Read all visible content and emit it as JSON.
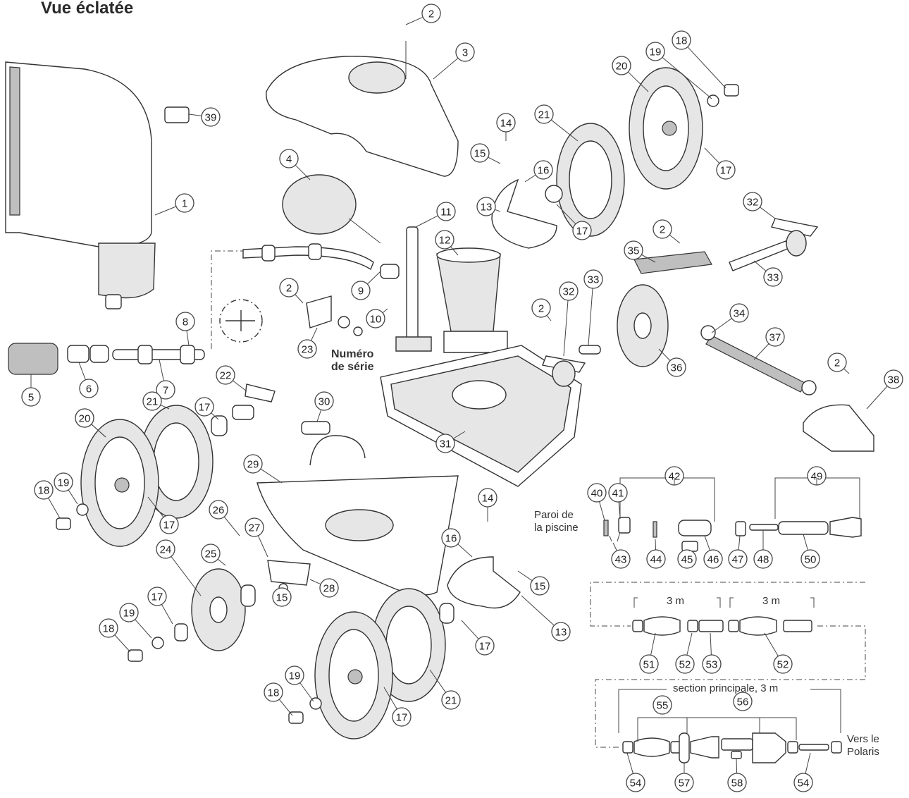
{
  "title": "Vue éclatée",
  "labels": {
    "serial": "Numéro\nde série",
    "pool_wall": "Paroi de\nla piscine",
    "length_1": "3 m",
    "length_2": "3 m",
    "main_section": "section principale, 3 m",
    "to_polaris": "Vers le\nPolaris"
  },
  "callouts": [
    "1",
    "2",
    "3",
    "4",
    "5",
    "6",
    "7",
    "8",
    "9",
    "10",
    "11",
    "12",
    "13",
    "14",
    "15",
    "16",
    "17",
    "18",
    "19",
    "20",
    "21",
    "22",
    "23",
    "24",
    "25",
    "26",
    "27",
    "28",
    "29",
    "30",
    "31",
    "32",
    "33",
    "34",
    "35",
    "36",
    "37",
    "38",
    "39",
    "40",
    "41",
    "42",
    "43",
    "44",
    "45",
    "46",
    "47",
    "48",
    "49",
    "50",
    "51",
    "52",
    "53",
    "54",
    "55",
    "56",
    "57",
    "58"
  ]
}
